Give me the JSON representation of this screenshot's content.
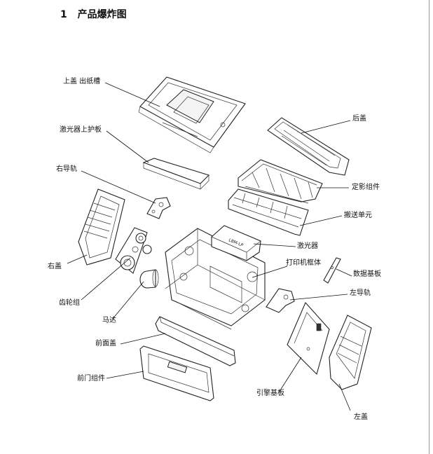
{
  "section": {
    "number": "1",
    "title": "产品爆炸图"
  },
  "labels": {
    "top_cover_output_tray": "上盖 出纸槽",
    "laser_upper_guard": "激光器上护板",
    "right_guide_rail": "右导轨",
    "right_cover": "右盖",
    "gear_assembly": "齿轮组",
    "motor": "马达",
    "front_panel_cover": "前面盖",
    "front_door_assembly": "前门组件",
    "rear_cover": "后盖",
    "fuser_assembly": "定影组件",
    "transport_unit": "搬送单元",
    "laser": "激光器",
    "printer_frame": "打印机框体",
    "data_board": "数据基板",
    "left_guide_rail": "左导轨",
    "engine_board": "引擎基板",
    "left_cover": "左盖"
  },
  "laser_marking": "LBM-LP"
}
